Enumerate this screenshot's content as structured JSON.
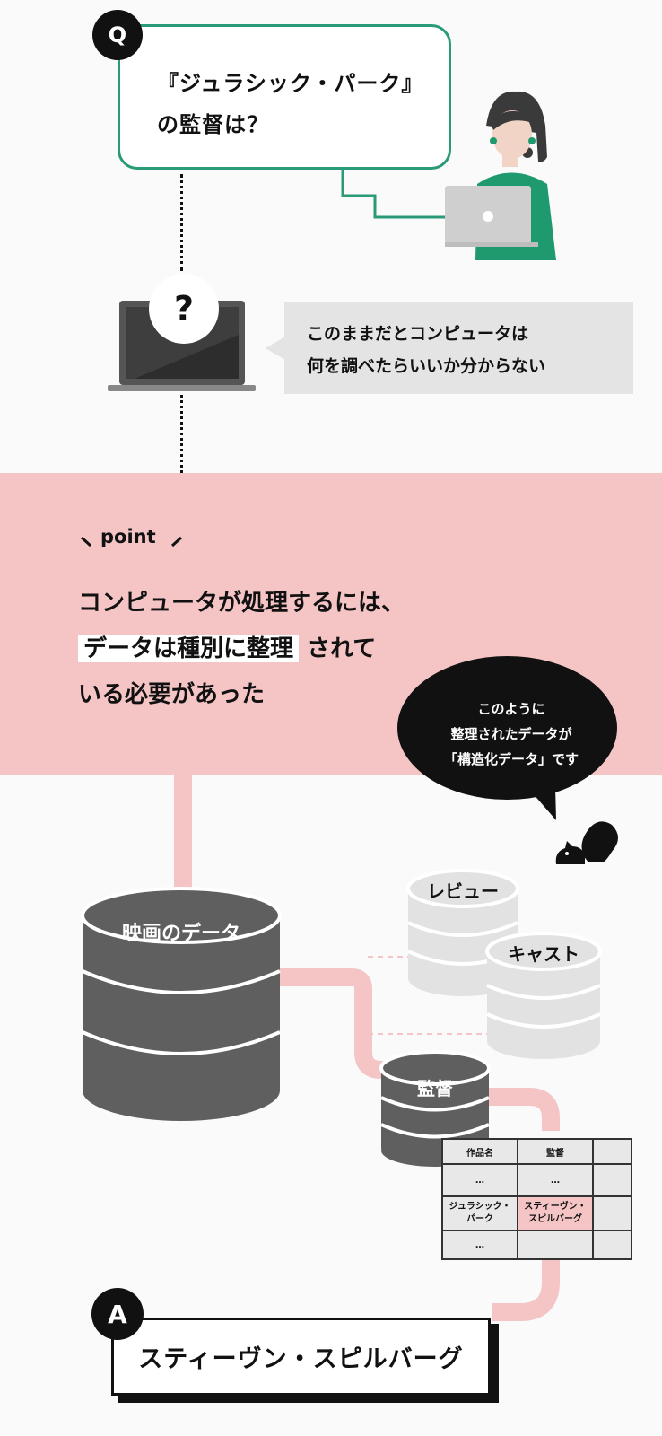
{
  "question": {
    "badge": "Q",
    "text": "『ジュラシック・パーク』\nの監督は？"
  },
  "computer": {
    "badge": "?",
    "bubble_text": "このままだとコンピュータは\n何を調べたらいいか分からない"
  },
  "point": {
    "label": "point",
    "line1": "コンピュータが処理するには、",
    "highlight": "データは種別に整理",
    "line2_rest": "されて",
    "line3": "いる必要があった"
  },
  "speech_bubble": {
    "text": "このように\n整理されたデータが\n「構造化データ」です"
  },
  "databases": {
    "movie": "映画のデータ",
    "review": "レビュー",
    "cast": "キャスト",
    "director": "監督"
  },
  "table": {
    "headers": [
      "作品名",
      "監督",
      ""
    ],
    "rows": [
      [
        "…",
        "…",
        ""
      ],
      [
        "ジュラシック・\nパーク",
        "スティーヴン・\nスピルバーグ",
        ""
      ],
      [
        "…",
        "",
        ""
      ]
    ]
  },
  "answer": {
    "badge": "A",
    "text": "スティーヴン・スピルバーグ"
  },
  "colors": {
    "green": "#2a9a78",
    "pink": "#f5c5c6",
    "dark_gray": "#5f5f5f",
    "light_gray": "#e2e2e2"
  }
}
